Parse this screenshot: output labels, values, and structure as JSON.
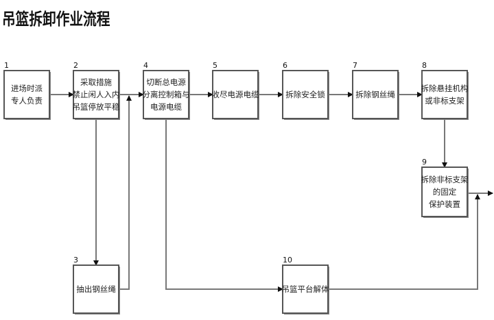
{
  "title": "吊篮拆卸作业流程",
  "steps": [
    {
      "id": "1",
      "lines": [
        "进场时派",
        "专人负责"
      ]
    },
    {
      "id": "2",
      "lines": [
        "采取措施",
        "禁止闲人入内",
        "吊篮停放平稳"
      ]
    },
    {
      "id": "3",
      "lines": [
        "抽出钢丝绳"
      ]
    },
    {
      "id": "4",
      "lines": [
        "切断总电源",
        "分离控制箱与",
        "电源电缆"
      ]
    },
    {
      "id": "5",
      "lines": [
        "收尽电源电缆"
      ]
    },
    {
      "id": "6",
      "lines": [
        "拆除安全锁"
      ]
    },
    {
      "id": "7",
      "lines": [
        "拆除钢丝绳"
      ]
    },
    {
      "id": "8",
      "lines": [
        "拆除悬挂机构",
        "或非标支架"
      ]
    },
    {
      "id": "9",
      "lines": [
        "拆除非标支架",
        "的固定",
        "保护装置"
      ]
    },
    {
      "id": "10",
      "lines": [
        "吊篮平台解体"
      ]
    }
  ],
  "connections": [
    {
      "from": "1",
      "to": "2"
    },
    {
      "from": "2",
      "to": "4"
    },
    {
      "from": "2",
      "to": "3"
    },
    {
      "from": "3",
      "to": "4"
    },
    {
      "from": "4",
      "to": "5"
    },
    {
      "from": "4",
      "to": "10"
    },
    {
      "from": "5",
      "to": "6"
    },
    {
      "from": "6",
      "to": "7"
    },
    {
      "from": "7",
      "to": "8"
    },
    {
      "from": "8",
      "to": "9"
    },
    {
      "from": "9",
      "to": "end"
    },
    {
      "from": "10",
      "to": "end"
    }
  ]
}
